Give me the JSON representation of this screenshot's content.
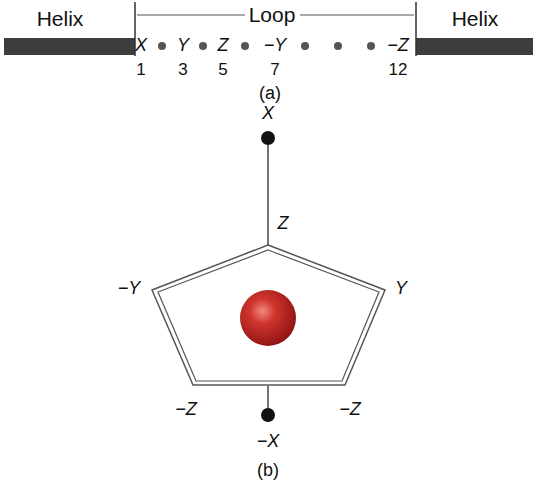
{
  "diagram": {
    "labels": [
      "Helix",
      "Loop",
      "Helix",
      "X",
      "Y",
      "Z",
      "−Y",
      "−Z",
      "1",
      "3",
      "5",
      "7",
      "12",
      "(a)",
      "X",
      "Z",
      "−Y",
      "Y",
      "−Z",
      "−Z",
      "−X",
      "(b)"
    ]
  }
}
